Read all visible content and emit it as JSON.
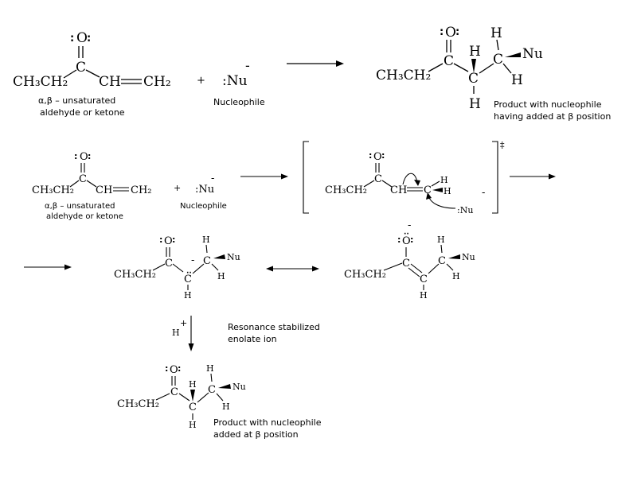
{
  "species": {
    "alkyl": "CH3CH2",
    "oxygen": "O",
    "carbon": "C",
    "ch_fragment": "CH",
    "ch2_fragment": "CH2",
    "hydrogen": "H",
    "nucleophile": "Nu",
    "nucleophile_reagent": ":Nu",
    "minus": "-",
    "plus": "+",
    "lone_pair": ":"
  },
  "labels": {
    "substrate_line1": "α,β – unsaturated",
    "substrate_line2": "aldehyde or ketone",
    "nucleophile": "Nucleophile",
    "product_line1": "Product with nucleophile",
    "product_line2": "having added at β position",
    "resonance_line1": "Resonance stabilized",
    "resonance_line2": "enolate ion",
    "final_line1": "Product with nucleophile",
    "final_line2": "added at β position",
    "double_dagger": "‡",
    "proton": "H"
  }
}
